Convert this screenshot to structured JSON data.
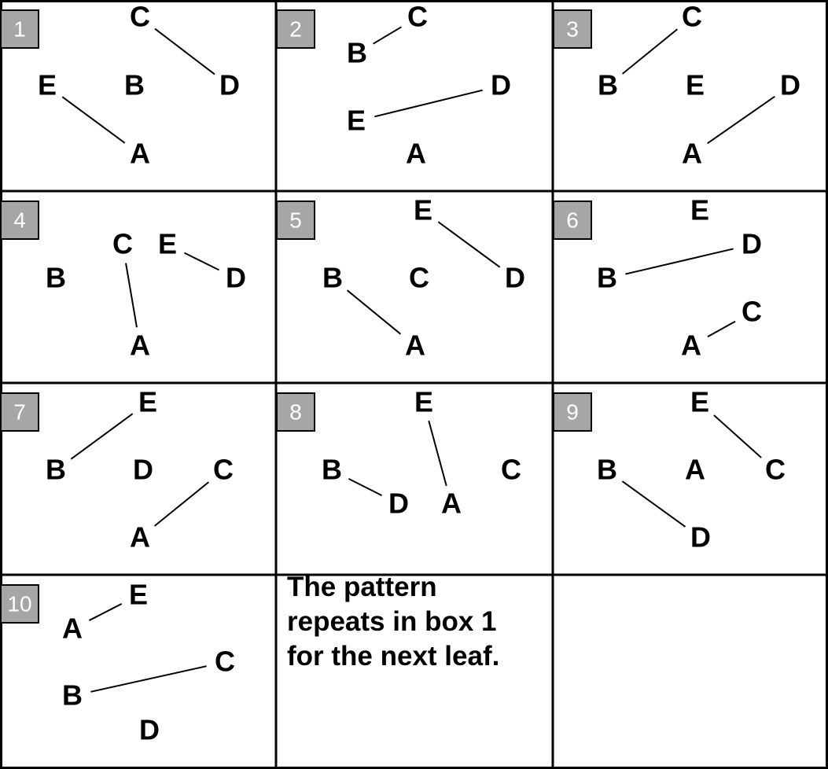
{
  "note": {
    "lines": [
      "The pattern",
      "repeats in box 1",
      "for the next leaf."
    ]
  },
  "panels": [
    {
      "number": "1",
      "nodes": {
        "A": "A",
        "B": "B",
        "C": "C",
        "D": "D",
        "E": "E"
      },
      "edges": [
        [
          "C",
          "D"
        ],
        [
          "E",
          "A"
        ]
      ]
    },
    {
      "number": "2",
      "nodes": {
        "A": "A",
        "B": "B",
        "C": "C",
        "D": "D",
        "E": "E"
      },
      "edges": [
        [
          "B",
          "C"
        ],
        [
          "E",
          "D"
        ]
      ]
    },
    {
      "number": "3",
      "nodes": {
        "A": "A",
        "B": "B",
        "C": "C",
        "D": "D",
        "E": "E"
      },
      "edges": [
        [
          "B",
          "C"
        ],
        [
          "A",
          "D"
        ]
      ]
    },
    {
      "number": "4",
      "nodes": {
        "A": "A",
        "B": "B",
        "C": "C",
        "D": "D",
        "E": "E"
      },
      "edges": [
        [
          "C",
          "A"
        ],
        [
          "E",
          "D"
        ]
      ]
    },
    {
      "number": "5",
      "nodes": {
        "A": "A",
        "B": "B",
        "C": "C",
        "D": "D",
        "E": "E"
      },
      "edges": [
        [
          "E",
          "D"
        ],
        [
          "B",
          "A"
        ]
      ]
    },
    {
      "number": "6",
      "nodes": {
        "A": "A",
        "B": "B",
        "C": "C",
        "D": "D",
        "E": "E"
      },
      "edges": [
        [
          "B",
          "D"
        ],
        [
          "A",
          "C"
        ]
      ]
    },
    {
      "number": "7",
      "nodes": {
        "A": "A",
        "B": "B",
        "C": "C",
        "D": "D",
        "E": "E"
      },
      "edges": [
        [
          "B",
          "E"
        ],
        [
          "A",
          "C"
        ]
      ]
    },
    {
      "number": "8",
      "nodes": {
        "A": "A",
        "B": "B",
        "C": "C",
        "D": "D",
        "E": "E"
      },
      "edges": [
        [
          "E",
          "A"
        ],
        [
          "B",
          "D"
        ]
      ]
    },
    {
      "number": "9",
      "nodes": {
        "A": "A",
        "B": "B",
        "C": "C",
        "D": "D",
        "E": "E"
      },
      "edges": [
        [
          "E",
          "C"
        ],
        [
          "B",
          "D"
        ]
      ]
    },
    {
      "number": "10",
      "nodes": {
        "A": "A",
        "B": "B",
        "C": "C",
        "D": "D",
        "E": "E"
      },
      "edges": [
        [
          "A",
          "E"
        ],
        [
          "B",
          "C"
        ]
      ]
    }
  ]
}
